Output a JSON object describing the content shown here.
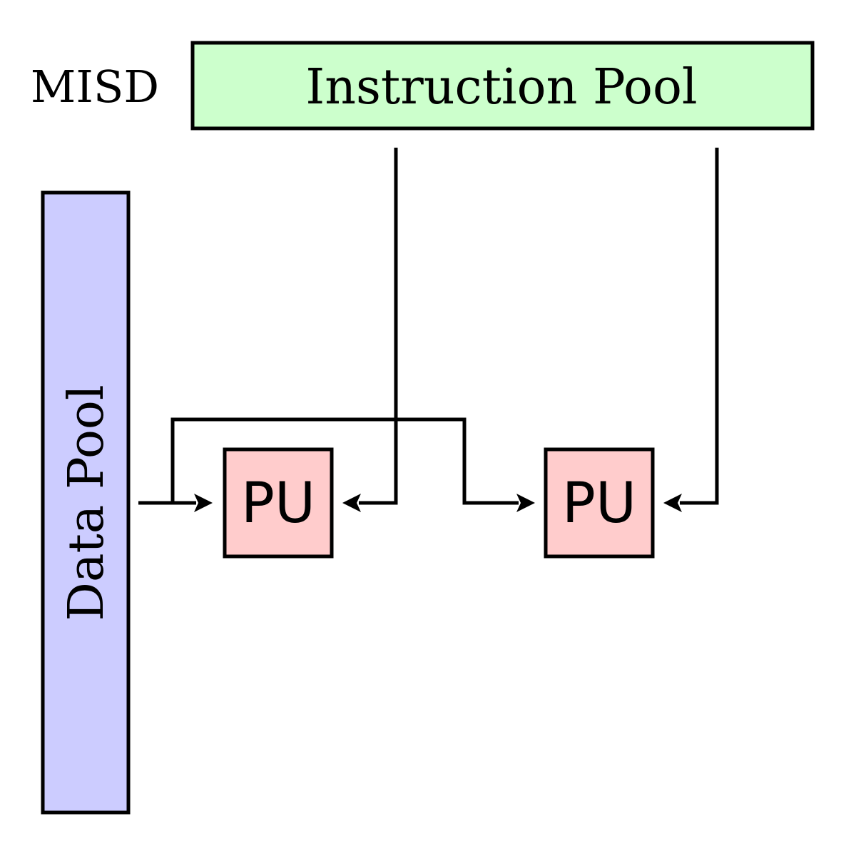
{
  "title": "MISD",
  "instruction_pool": {
    "label": "Instruction Pool",
    "fill": "#ccffcc"
  },
  "data_pool": {
    "label": "Data Pool",
    "fill": "#ccccff"
  },
  "processing_units": [
    {
      "label": "PU",
      "fill": "#ffcccc"
    },
    {
      "label": "PU",
      "fill": "#ffcccc"
    }
  ],
  "stroke_color": "#000000"
}
